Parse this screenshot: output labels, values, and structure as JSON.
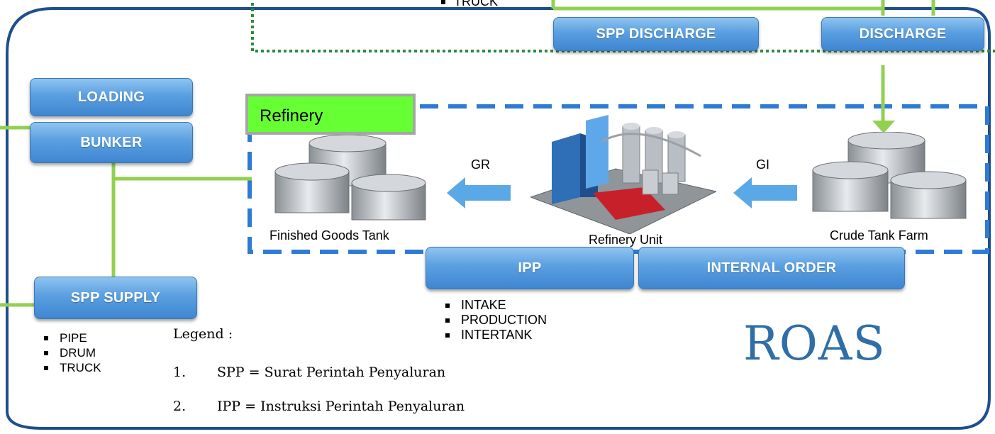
{
  "top_partial_text": "TRUCK",
  "buttons": {
    "spp_discharge": "SPP DISCHARGE",
    "discharge": "DISCHARGE",
    "loading": "LOADING",
    "bunker": "BUNKER",
    "spp_supply": "SPP SUPPLY",
    "ipp": "IPP",
    "internal_order": "INTERNAL ORDER"
  },
  "refinery": {
    "label": "Refinery",
    "label_color": "#66ff33",
    "finished_goods_tank": "Finished Goods Tank",
    "refinery_unit": "Refinery Unit",
    "crude_tank_farm": "Crude Tank Farm",
    "gr": "GR",
    "gi": "GI"
  },
  "ipp_items": [
    "INTAKE",
    "PRODUCTION",
    "INTERTANK"
  ],
  "spp_supply_items": [
    "PIPE",
    "DRUM",
    "TRUCK"
  ],
  "legend": {
    "title": "Legend :",
    "items": [
      {
        "num": "1.",
        "text": "SPP = Surat Perintah Penyaluran"
      },
      {
        "num": "2.",
        "text": "IPP = Instruksi Perintah Penyaluran"
      }
    ]
  },
  "brand": "ROAS",
  "colors": {
    "frame": "#1f4e8c",
    "connector": "#92d050",
    "refinery_dash": "#2e7bd6",
    "dotted": "#2e8b3a",
    "arrow": "#5aa9e6"
  },
  "icons": [
    "tank-cluster-icon",
    "refinery-plant-icon",
    "arrow-left-icon",
    "arrow-down-icon"
  ]
}
